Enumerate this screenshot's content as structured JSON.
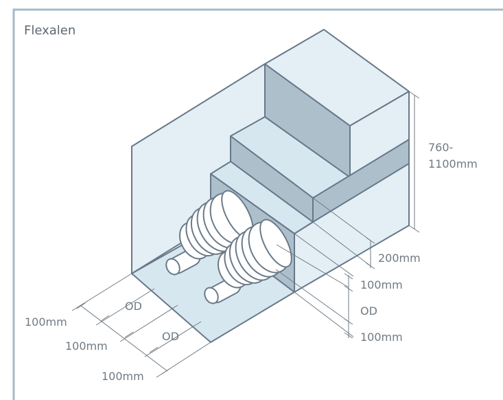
{
  "title": "Flexalen",
  "dimensions": {
    "height_range": "760-1100mm",
    "height_range_line1": "760-",
    "height_range_line2": "1100mm",
    "step": "200mm",
    "right_gap_top": "100mm",
    "right_od": "OD",
    "right_gap_bottom": "100mm",
    "left_gap_1": "100mm",
    "left_od_1": "OD",
    "left_gap_2": "100mm",
    "left_od_2": "OD",
    "left_gap_3": "100mm"
  },
  "colors": {
    "border": "#a7b8c6",
    "edge": "#667889",
    "face_light": "#e3eef5",
    "face_mid": "#cfe0ea",
    "face_dark": "#aebfcc",
    "pipe_fill": "#ffffff",
    "pipe_stroke": "#6a7a88",
    "text": "#6f7a83"
  }
}
